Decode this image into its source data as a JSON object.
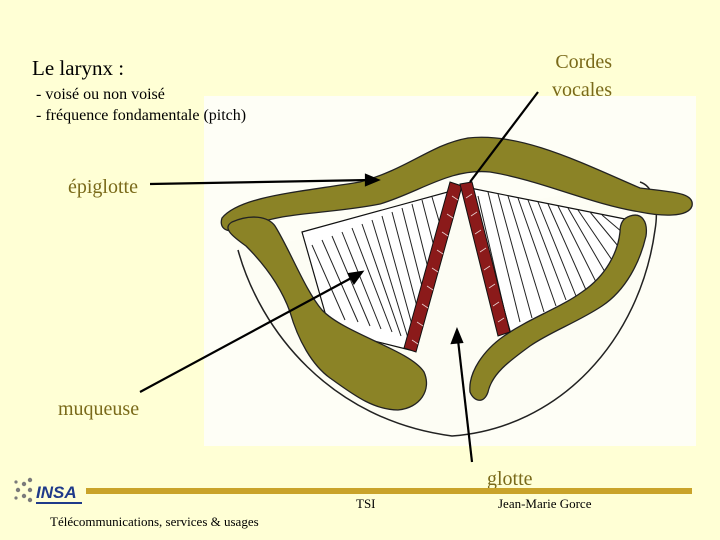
{
  "slide": {
    "title": "Le larynx :",
    "bullets": [
      "- voisé ou non voisé",
      "- fréquence fondamentale (pitch)"
    ]
  },
  "labels": {
    "cordes_line1": "Cordes",
    "cordes_line2": "vocales",
    "epiglotte": "épiglotte",
    "muqueuse": "muqueuse",
    "glotte": "glotte"
  },
  "footer": {
    "logo_text": "INSA",
    "tsi": "TSI",
    "author": "Jean-Marie Gorce",
    "subtitle": "Télécommunications, services & usages"
  },
  "colors": {
    "background": "#ffffd5",
    "diagram_panel": "#fefef6",
    "cartilage": "#8b8326",
    "vocal_cord": "#8b1a1a",
    "label_text": "#7a6a1a",
    "footer_line": "#c9a32a"
  }
}
